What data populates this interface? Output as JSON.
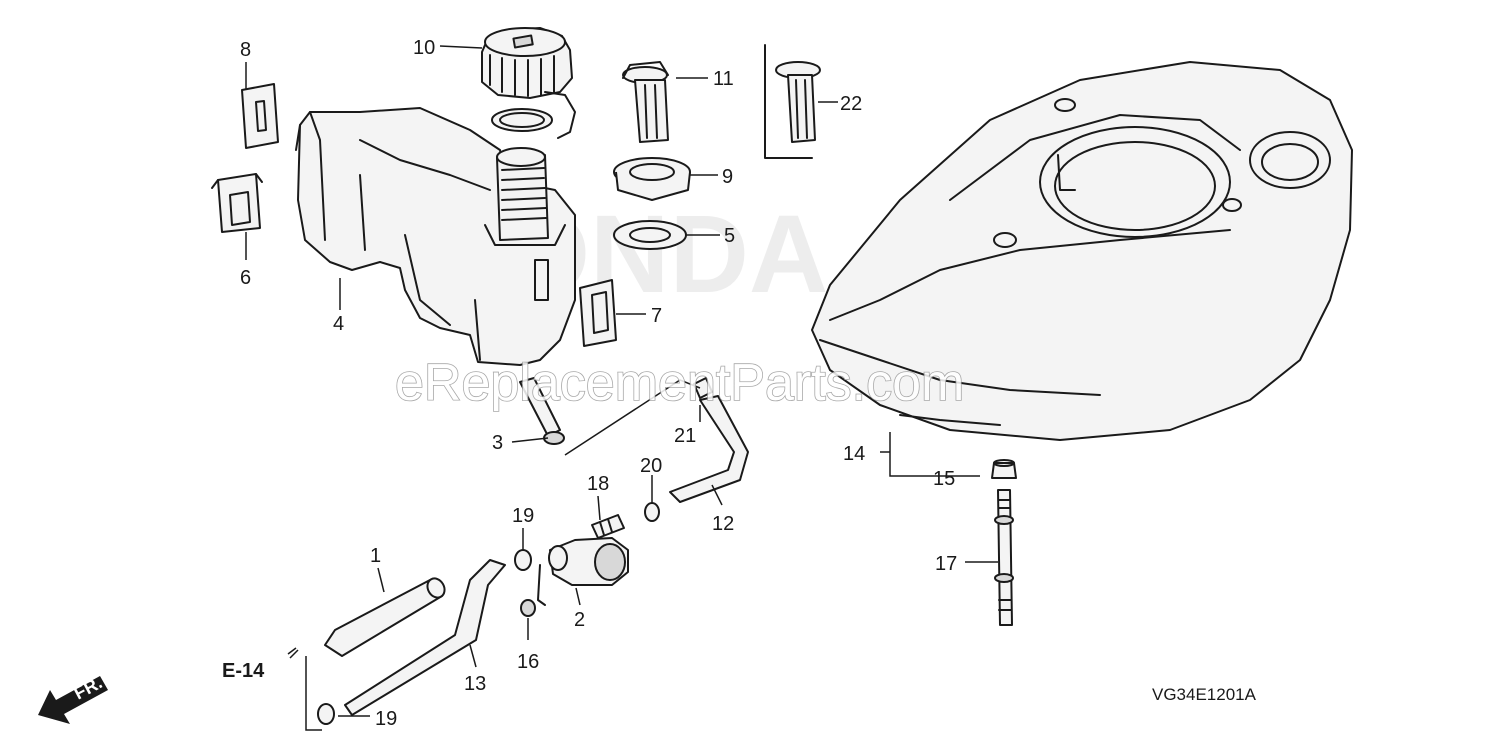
{
  "diagram": {
    "callouts": {
      "c1": "1",
      "c2": "2",
      "c3": "3",
      "c4": "4",
      "c5": "5",
      "c6": "6",
      "c7": "7",
      "c8": "8",
      "c9": "9",
      "c10": "10",
      "c11": "11",
      "c12": "12",
      "c13": "13",
      "c14": "14",
      "c15": "15",
      "c16": "16",
      "c17": "17",
      "c18": "18",
      "c19a": "19",
      "c19b": "19",
      "c20": "20",
      "c21": "21",
      "c22": "22"
    },
    "reference_label": "E-14",
    "direction_label": "FR.",
    "drawing_code": "VG34E1201A"
  },
  "watermark": {
    "site": "eReplacementParts.com",
    "brand": "HONDA"
  }
}
